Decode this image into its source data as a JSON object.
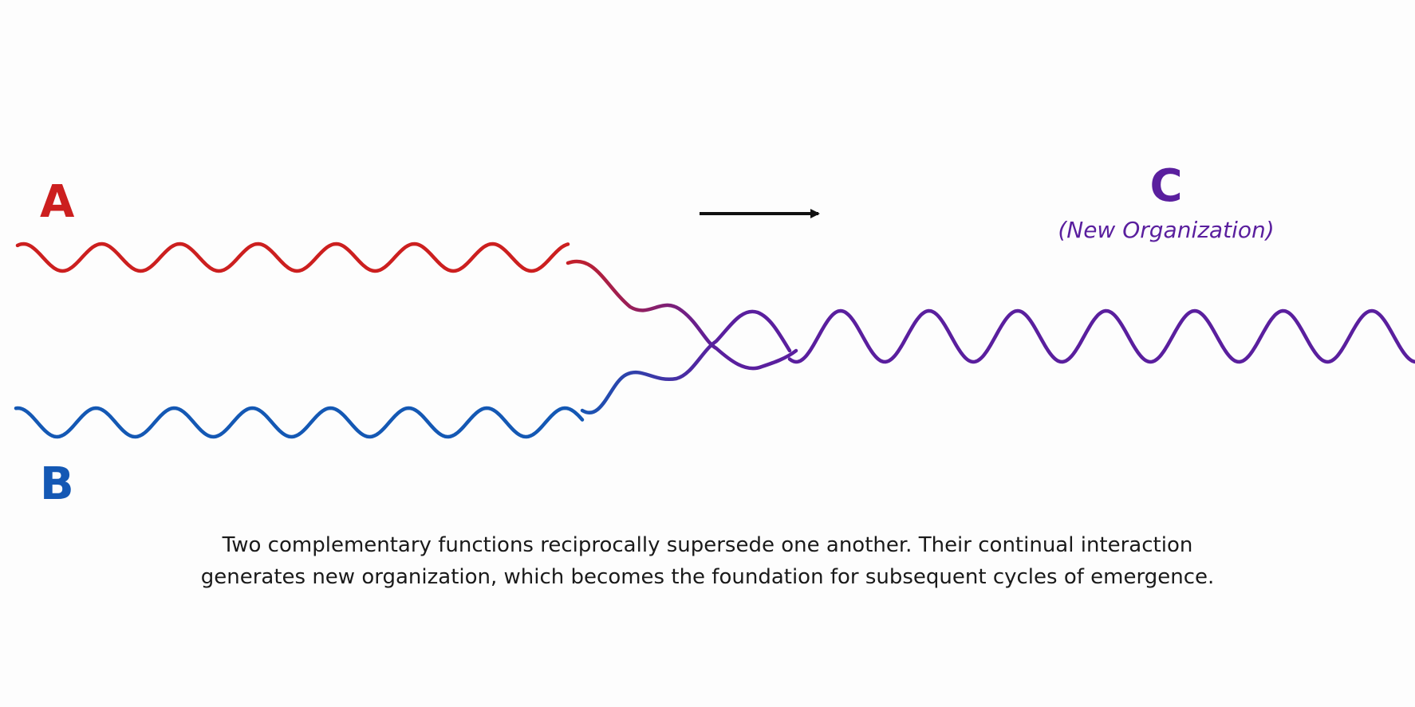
{
  "labels": {
    "a": "A",
    "b": "B",
    "c": "C",
    "c_sub": "(New Organization)"
  },
  "caption": {
    "line1": "Two complementary functions reciprocally supersede one another. Their continual interaction",
    "line2": "generates new organization, which becomes the foundation for subsequent cycles of emergence."
  },
  "colors": {
    "a": "#cc1f1f",
    "b": "#1458b4",
    "c": "#5a1f9e",
    "arrow": "#111111"
  }
}
